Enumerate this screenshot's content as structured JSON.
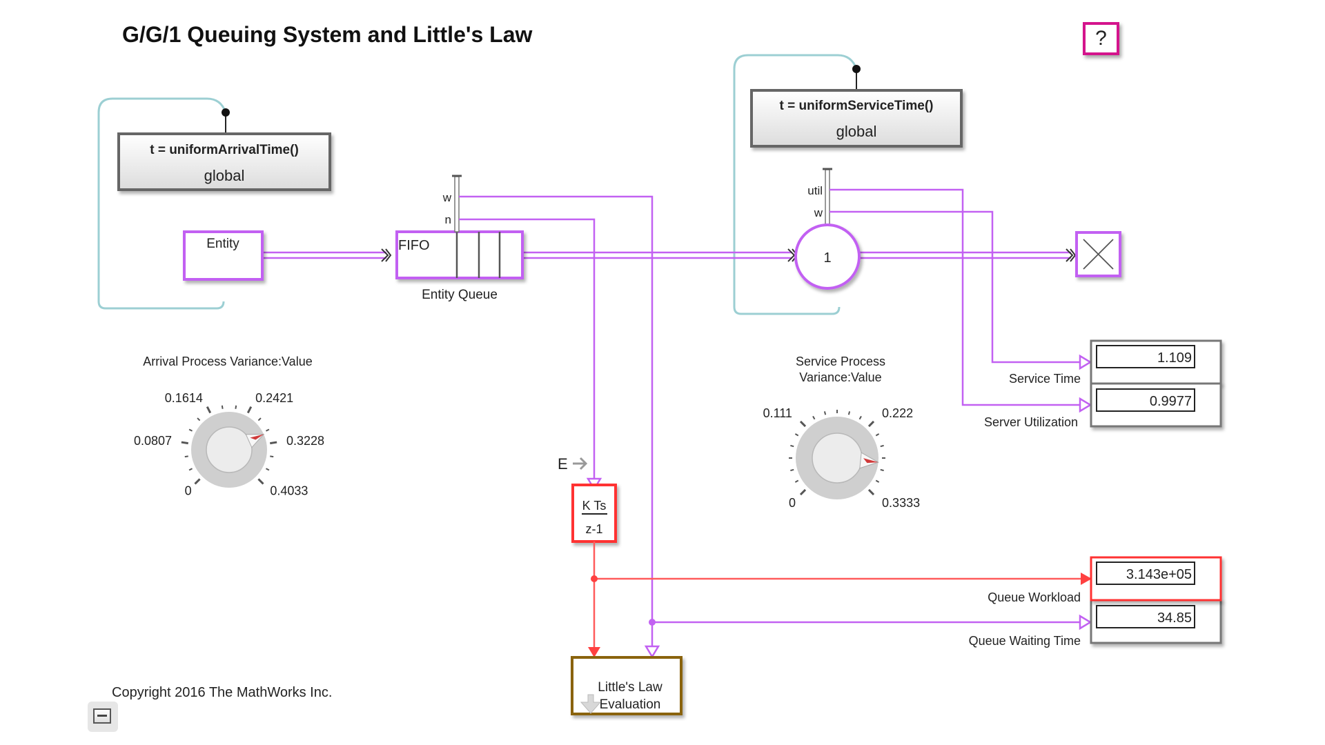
{
  "title": "G/G/1 Queuing System and Little's Law",
  "help_label": "?",
  "copyright": "Copyright 2016 The MathWorks Inc.",
  "colors": {
    "entity_line": "#c261f2",
    "signal_red": "#ff4040",
    "event_teal": "#9ccfd3",
    "function_text": "#1f7a64",
    "help_border": "#d4148c",
    "subsystem_border": "#8a6410"
  },
  "blocks": {
    "arrival_function": {
      "line1": "t = uniformArrivalTime()",
      "line2": "global"
    },
    "service_function": {
      "line1": "t = uniformServiceTime()",
      "line2": "global"
    },
    "entity_generator": {
      "label": "Entity"
    },
    "entity_queue": {
      "inner_label": "FIFO",
      "name": "Entity Queue",
      "ports": [
        "w",
        "n"
      ]
    },
    "entity_server": {
      "label": "1",
      "ports": [
        "util",
        "w"
      ]
    },
    "entity_terminator": {
      "icon": "x-icon"
    },
    "integrator": {
      "numerator": "K Ts",
      "denominator": "z-1",
      "event_label": "E"
    },
    "littles_law": {
      "line1": "Little's Law",
      "line2": "Evaluation"
    }
  },
  "knobs": {
    "arrival": {
      "title": "Arrival Process Variance:Value",
      "ticks": [
        "0",
        "0.0807",
        "0.1614",
        "0.2421",
        "0.3228",
        "0.4033"
      ],
      "min": 0,
      "max": 0.4033,
      "value": 0.3
    },
    "service": {
      "title_line1": "Service Process",
      "title_line2": "Variance:Value",
      "ticks": [
        "0",
        "0.111",
        "0.222",
        "0.3333"
      ],
      "min": 0,
      "max": 0.3333,
      "value": 0.285
    }
  },
  "displays": [
    {
      "signal": "Service Time",
      "value": "1.109"
    },
    {
      "signal": "Server Utilization",
      "value": "0.9977"
    },
    {
      "signal": "Queue Workload",
      "value": "3.143e+05"
    },
    {
      "signal": "Queue Waiting Time",
      "value": "34.85"
    }
  ]
}
